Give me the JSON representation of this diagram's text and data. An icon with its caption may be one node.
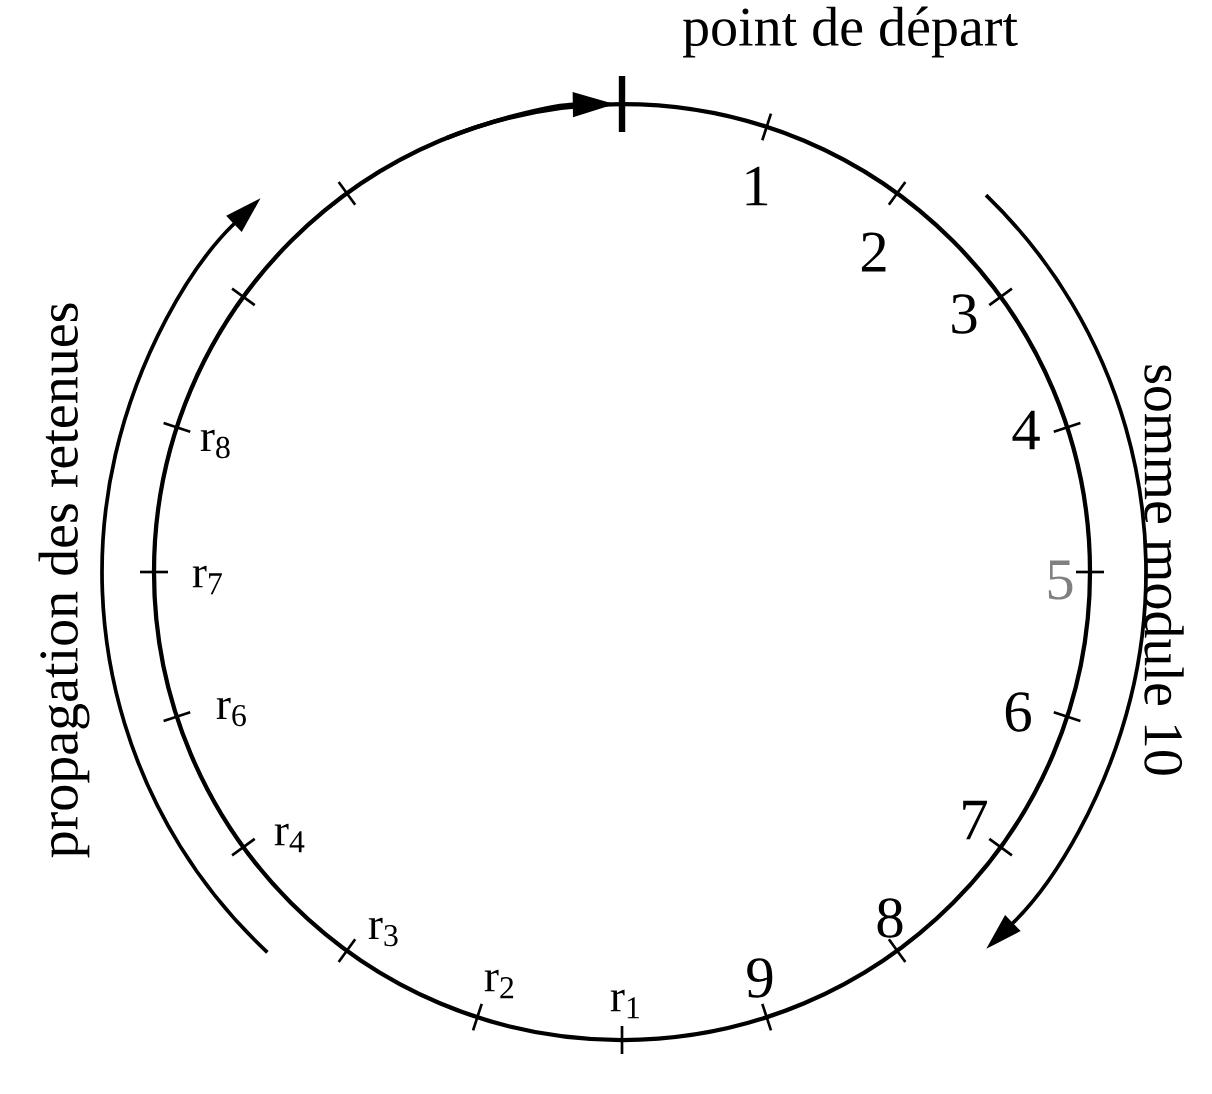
{
  "diagram": {
    "labels": [
      "point de départ",
      "1",
      "2",
      "3",
      "4",
      "5",
      "6",
      "7",
      "8",
      "9",
      "r$_{1}$",
      "r$_{2}$",
      "r$_{3}$",
      "r$_{4}$",
      "r$_{6}$",
      "r$_{7}$",
      "r$_{8}$",
      "propagation des retenues",
      "somme module 10"
    ]
  }
}
